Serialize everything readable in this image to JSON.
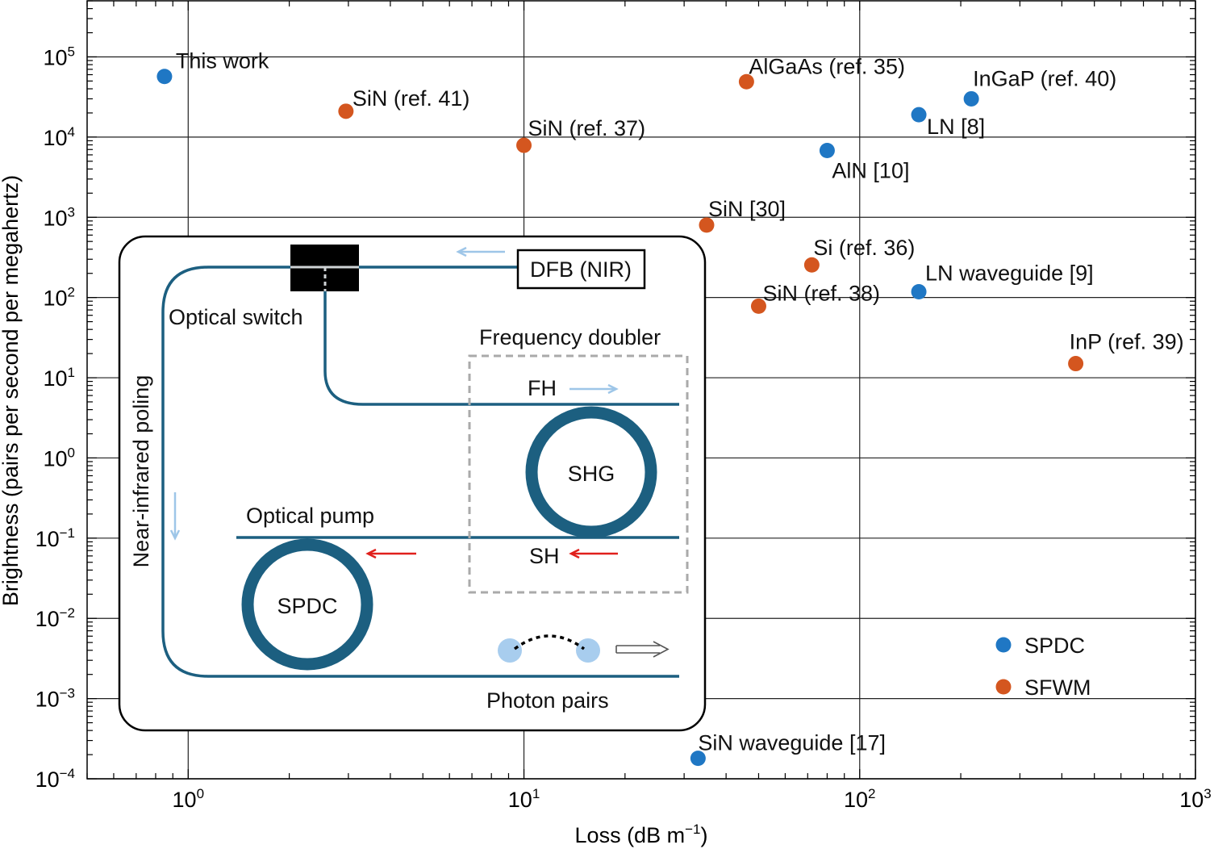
{
  "chart_data": {
    "type": "scatter",
    "xscale": "log",
    "yscale": "log",
    "xlim": [
      0.5,
      1000
    ],
    "ylim": [
      0.0001,
      500000
    ],
    "xlabel": "Loss (dB m",
    "xlabel_sup": "−1",
    "xlabel_end": ")",
    "ylabel": "Brightness (pairs per second per megahertz)",
    "grid": true,
    "legend_position": "lower-right",
    "xticks": [
      {
        "value": 1,
        "base": "10",
        "exp": "0"
      },
      {
        "value": 10,
        "base": "10",
        "exp": "1"
      },
      {
        "value": 100,
        "base": "10",
        "exp": "2"
      },
      {
        "value": 1000,
        "base": "10",
        "exp": "3"
      }
    ],
    "yticks": [
      {
        "value": 0.0001,
        "base": "10",
        "exp": "−4"
      },
      {
        "value": 0.001,
        "base": "10",
        "exp": "−3"
      },
      {
        "value": 0.01,
        "base": "10",
        "exp": "−2"
      },
      {
        "value": 0.1,
        "base": "10",
        "exp": "−1"
      },
      {
        "value": 1,
        "base": "10",
        "exp": "0"
      },
      {
        "value": 10,
        "base": "10",
        "exp": "1"
      },
      {
        "value": 100,
        "base": "10",
        "exp": "2"
      },
      {
        "value": 1000,
        "base": "10",
        "exp": "3"
      },
      {
        "value": 10000,
        "base": "10",
        "exp": "4"
      },
      {
        "value": 100000,
        "base": "10",
        "exp": "5"
      }
    ],
    "series": [
      {
        "name": "SPDC",
        "color": "#1f77c4",
        "points": [
          {
            "x": 0.85,
            "y": 57000,
            "label": "This work"
          },
          {
            "x": 215,
            "y": 30000,
            "label": "InGaP (ref. 40)"
          },
          {
            "x": 150,
            "y": 19000,
            "label": "LN [8]"
          },
          {
            "x": 80,
            "y": 6800,
            "label": "AlN [10]"
          },
          {
            "x": 150,
            "y": 118,
            "label": "LN waveguide [9]"
          },
          {
            "x": 33,
            "y": 0.00018,
            "label": "SiN waveguide [17]"
          }
        ]
      },
      {
        "name": "SFWM",
        "color": "#d4561f",
        "points": [
          {
            "x": 2.95,
            "y": 21000,
            "label": "SiN (ref. 41)"
          },
          {
            "x": 10,
            "y": 7900,
            "label": "SiN (ref. 37)"
          },
          {
            "x": 46,
            "y": 49000,
            "label": "AlGaAs (ref. 35)"
          },
          {
            "x": 35,
            "y": 800,
            "label": "SiN [30]"
          },
          {
            "x": 72,
            "y": 255,
            "label": "Si (ref. 36)"
          },
          {
            "x": 50,
            "y": 78,
            "label": "SiN (ref. 38)"
          },
          {
            "x": 440,
            "y": 15,
            "label": "InP (ref. 39)"
          }
        ]
      }
    ]
  },
  "inset": {
    "dfb": "DFB (NIR)",
    "optical_switch": "Optical switch",
    "frequency_doubler": "Frequency doubler",
    "fh": "FH",
    "shg": "SHG",
    "sh": "SH",
    "optical_pump": "Optical pump",
    "spdc": "SPDC",
    "nir_poling": "Near-infrared poling",
    "photon_pairs": "Photon pairs",
    "colors": {
      "waveguide": "#1c5f80",
      "arrow_light": "#9ec6e8",
      "arrow_red": "#e0201c",
      "photon": "#a8cdee"
    }
  }
}
